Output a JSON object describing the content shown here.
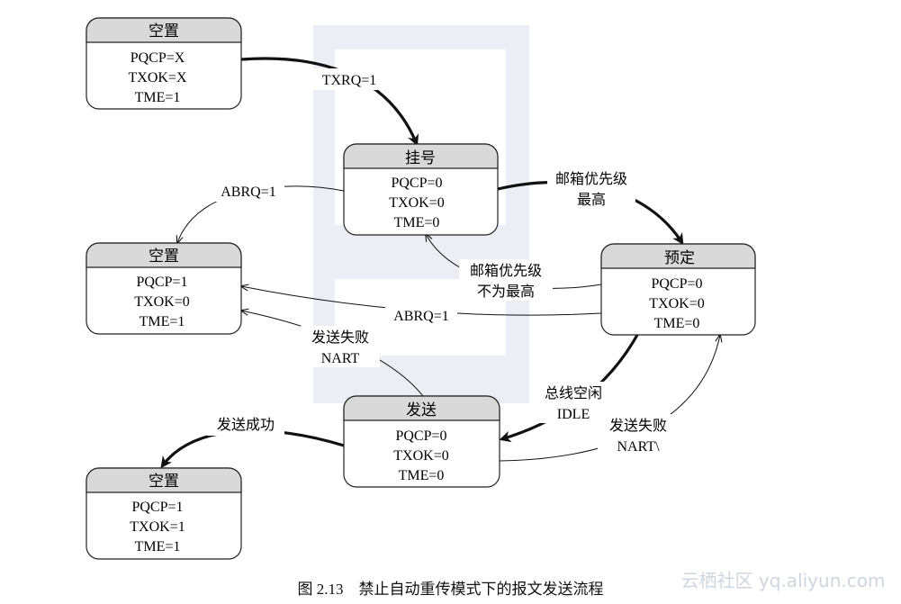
{
  "states": {
    "idle_top": {
      "title": "空置",
      "lines": [
        "PQCP=X",
        "TXOK=X",
        "TME=1"
      ]
    },
    "pending": {
      "title": "挂号",
      "lines": [
        "PQCP=0",
        "TXOK=0",
        "TME=0"
      ]
    },
    "idle_mid": {
      "title": "空置",
      "lines": [
        "PQCP=1",
        "TXOK=0",
        "TME=1"
      ]
    },
    "scheduled": {
      "title": "预定",
      "lines": [
        "PQCP=0",
        "TXOK=0",
        "TME=0"
      ]
    },
    "transmit": {
      "title": "发送",
      "lines": [
        "PQCP=0",
        "TXOK=0",
        "TME=0"
      ]
    },
    "idle_bottom": {
      "title": "空置",
      "lines": [
        "PQCP=1",
        "TXOK=1",
        "TME=1"
      ]
    }
  },
  "transitions": {
    "txrq": "TXRQ=1",
    "abrq_pending": "ABRQ=1",
    "highest_l1": "邮箱优先级",
    "highest_l2": "最高",
    "not_highest_l1": "邮箱优先级",
    "not_highest_l2": "不为最高",
    "abrq_scheduled": "ABRQ=1",
    "fail_nart_l1": "发送失败",
    "fail_nart_l2": "NART",
    "bus_idle_l1": "总线空闲",
    "bus_idle_l2": "IDLE",
    "fail_nart2_l1": "发送失败",
    "fail_nart2_l2": "NART\\",
    "success": "发送成功"
  },
  "caption": "图 2.13　禁止自动重传模式下的报文发送流程",
  "watermark": "云栖社区 yq.aliyun.com",
  "colors": {
    "header": "#d9d9d9",
    "line": "#111111"
  }
}
